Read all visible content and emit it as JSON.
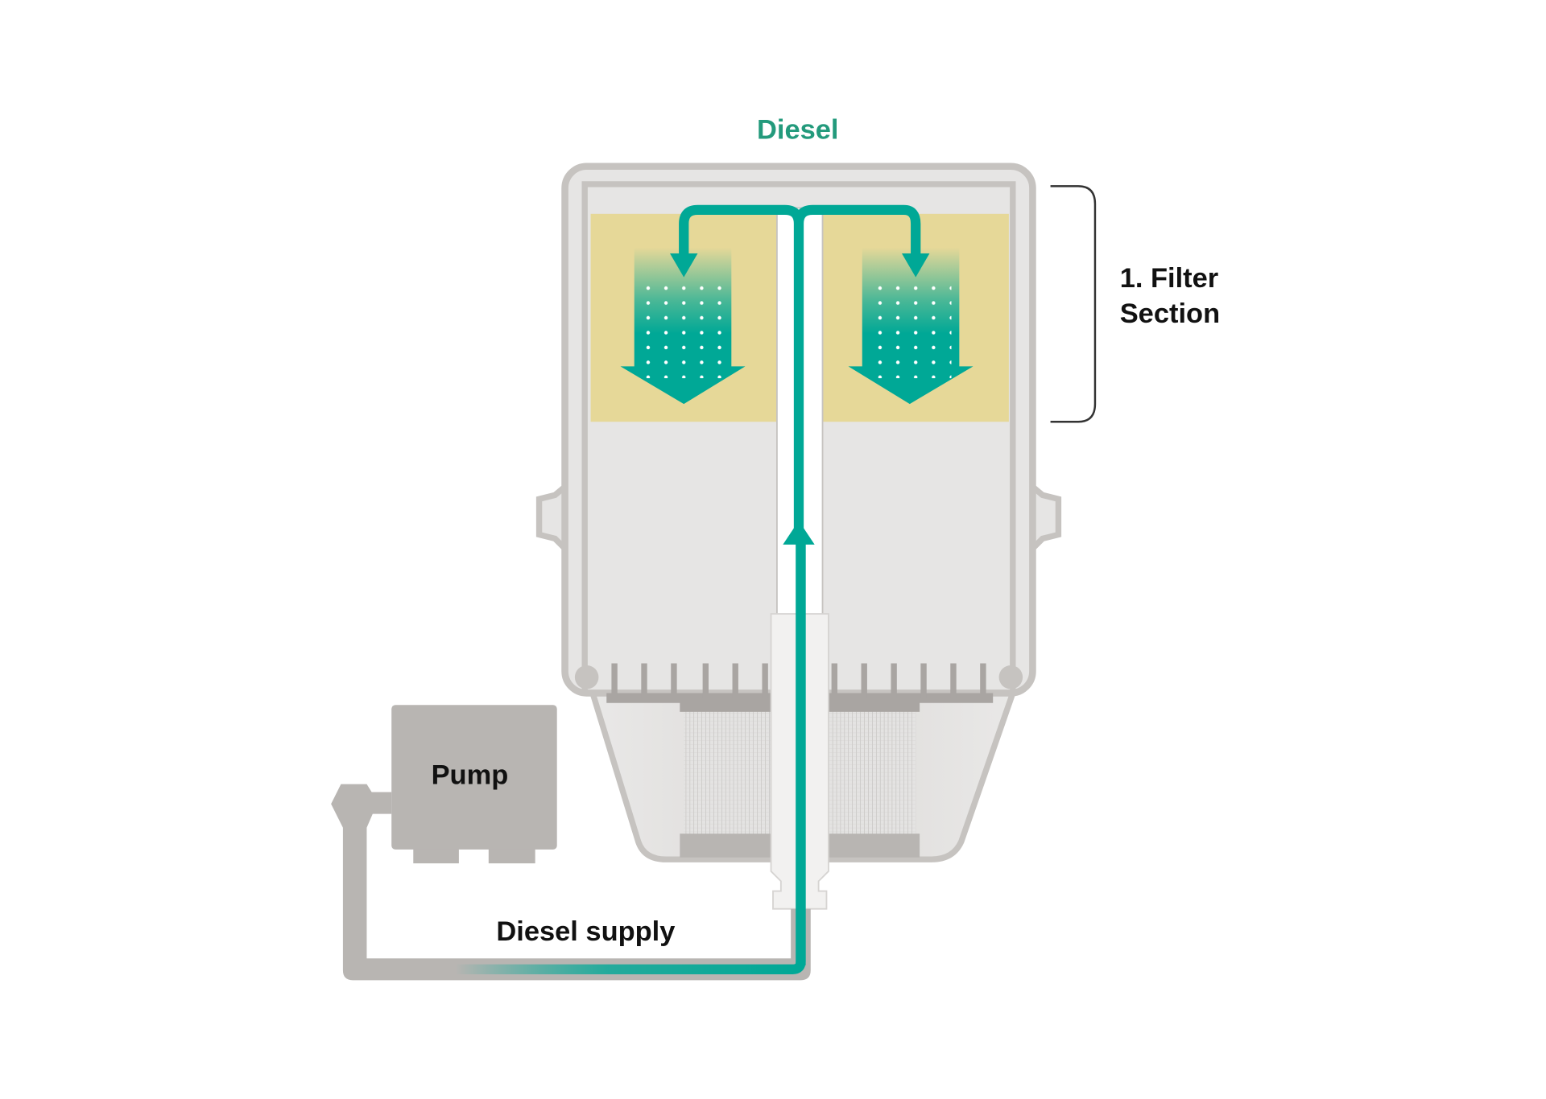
{
  "diagram": {
    "title_label": "Diesel",
    "section_label_line1": "1. Filter",
    "section_label_line2": "Section",
    "pump_label": "Pump",
    "supply_label": "Diesel supply"
  },
  "colors": {
    "teal": "#00a896",
    "title_teal": "#239a7c",
    "housing_gray": "#c6c3c0",
    "housing_fill": "#e6e5e4",
    "filter_media": "#e6d898",
    "pump_gray": "#b8b5b2"
  }
}
